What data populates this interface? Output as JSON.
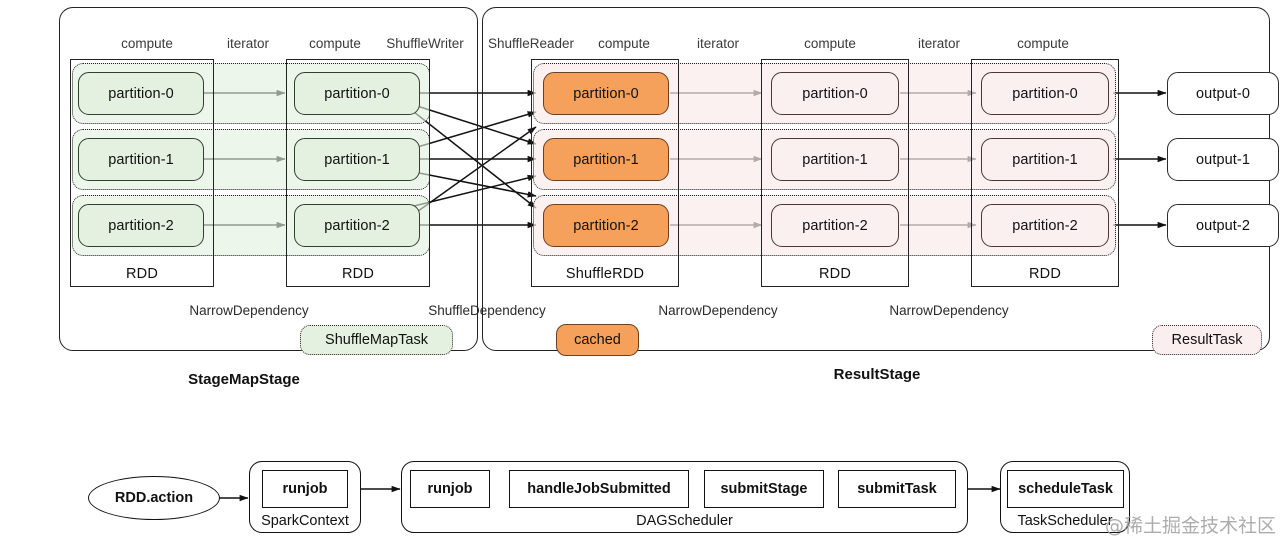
{
  "diagram": {
    "title": "Spark Stage / Task execution diagram",
    "colors": {
      "green_fill": "#e4f0e0",
      "pink_fill": "#fbf0f0",
      "orange_fill": "#f5a15c",
      "stroke": "#222222",
      "background": "#ffffff"
    }
  },
  "stages": [
    {
      "name": "StageMapStage",
      "title": "StageMapStage",
      "column_headers": [
        "compute",
        "iterator",
        "compute",
        "ShuffleWriter"
      ],
      "rdds": [
        {
          "label": "RDD",
          "partitions": [
            "partition-0",
            "partition-1",
            "partition-2"
          ],
          "style": "green"
        },
        {
          "label": "RDD",
          "partitions": [
            "partition-0",
            "partition-1",
            "partition-2"
          ],
          "style": "green"
        }
      ],
      "dependencies": [
        "NarrowDependency"
      ],
      "badge": {
        "label": "ShuffleMapTask",
        "style": "dotted-green"
      }
    },
    {
      "name": "ResultStage",
      "title": "ResultStage",
      "column_headers": [
        "ShuffleReader",
        "compute",
        "iterator",
        "compute",
        "iterator",
        "compute"
      ],
      "rdds": [
        {
          "label": "ShuffleRDD",
          "partitions": [
            "partition-0",
            "partition-1",
            "partition-2"
          ],
          "style": "orange"
        },
        {
          "label": "RDD",
          "partitions": [
            "partition-0",
            "partition-1",
            "partition-2"
          ],
          "style": "pink"
        },
        {
          "label": "RDD",
          "partitions": [
            "partition-0",
            "partition-1",
            "partition-2"
          ],
          "style": "pink"
        }
      ],
      "dependencies": [
        "NarrowDependency",
        "NarrowDependency"
      ],
      "badge": {
        "label": "ResultTask",
        "style": "dotted-pink"
      },
      "cached_badge": {
        "label": "cached",
        "style": "solid-orange"
      }
    }
  ],
  "shuffle_dependency_label": "ShuffleDependency",
  "outputs": [
    "output-0",
    "output-1",
    "output-2"
  ],
  "flow": {
    "entry": {
      "label": "RDD.action"
    },
    "groups": [
      {
        "name": "SparkContext",
        "label": "SparkContext",
        "ops": [
          "runjob"
        ]
      },
      {
        "name": "DAGScheduler",
        "label": "DAGScheduler",
        "ops": [
          "runjob",
          "handleJobSubmitted",
          "submitStage",
          "submitTask"
        ]
      },
      {
        "name": "TaskScheduler",
        "label": "TaskScheduler",
        "ops": [
          "scheduleTask"
        ]
      }
    ]
  },
  "watermark": {
    "text": "@稀土掘金技术社区"
  }
}
